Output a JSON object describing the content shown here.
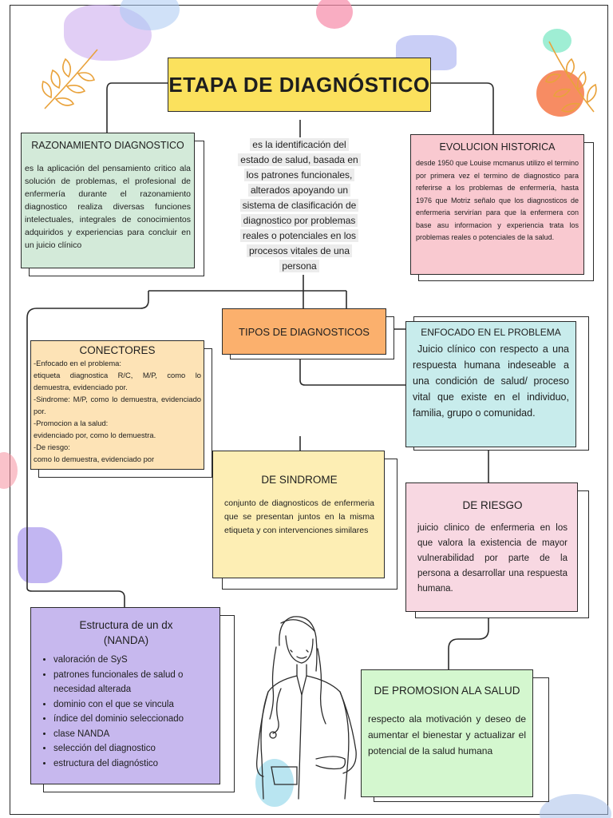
{
  "title": "ETAPA DE DIAGNÓSTICO",
  "definition_lines": [
    "es la identificación del",
    "estado de salud, basada en",
    "los patrones funcionales,",
    "alterados apoyando un",
    "sistema de clasificación de",
    "diagnostico por problemas",
    "reales o potenciales en los",
    "procesos vitales de una",
    "persona"
  ],
  "razonamiento": {
    "heading": "RAZONAMIENTO DIAGNOSTICO",
    "text": "es la aplicación del pensamiento critico ala solución de problemas, el profesional de enfermería durante el razonamiento diagnostico realiza diversas funciones intelectuales, integrales de conocimientos adquiridos y experiencias para concluir en un juicio clínico"
  },
  "evolucion": {
    "heading": "EVOLUCION HISTORICA",
    "text": "desde 1950 que Louise mcmanus utilizo el termino por primera vez el termino de diagnostico para referirse a los problemas de enfermería, hasta 1976 que Motriz señalo que los diagnosticos de enfermeria servirían para que la enfermera con base asu informacion y experiencia trata los problemas reales o potenciales de la salud."
  },
  "tipos": {
    "heading": "TIPOS DE DIAGNOSTICOS"
  },
  "conectores": {
    "heading": "CONECTORES",
    "lines": [
      "-Enfocado en el problema:",
      "etiqueta diagnostica R/C, M/P, como lo demuestra, evidenciado por.",
      "-Sindrome: M/P, como lo demuestra, evidenciado por.",
      "-Promocion a la salud:",
      "evidenciado por, como lo demuestra.",
      "-De riesgo:",
      "como lo demuestra, evidenciado por"
    ]
  },
  "enfocado": {
    "heading": "ENFOCADO EN EL PROBLEMA",
    "text": "Juicio clínico con respecto a una respuesta humana indeseable a una condición de salud/ proceso vital que existe en el individuo, familia, grupo o comunidad."
  },
  "sindrome": {
    "heading": "DE SINDROME",
    "text": "conjunto de diagnosticos de enfermeria que se presentan juntos en la misma etiqueta y con intervenciones similares"
  },
  "riesgo": {
    "heading": "DE RIESGO",
    "text": "juicio clinico de enfermeria en los que valora la existencia de mayor vulnerabilidad por parte de la persona a desarrollar una respuesta humana."
  },
  "estructura": {
    "heading_line1": "Estructura de un dx",
    "heading_line2": "(NANDA)",
    "items": [
      "valoración de SyS",
      "patrones funcionales de salud o necesidad alterada",
      "dominio con el que se vincula",
      "índice del dominio seleccionado",
      "clase NANDA",
      "selección del diagnostico",
      "estructura del diagnóstico"
    ]
  },
  "promocion": {
    "heading": "DE PROMOSION ALA SALUD",
    "text": "respecto ala motivación y deseo de aumentar el bienestar y actualizar el potencial de la salud humana"
  },
  "colors": {
    "title": "#fbe15d",
    "razonamiento": "#d3ead9",
    "evolucion": "#f9c9d0",
    "tipos": "#fbb06d",
    "conectores": "#fde3b6",
    "enfocado": "#c8ecec",
    "sindrome": "#fdeeb4",
    "riesgo": "#f8d8e2",
    "estructura": "#c7b8ee",
    "promocion": "#d4f7cf"
  }
}
